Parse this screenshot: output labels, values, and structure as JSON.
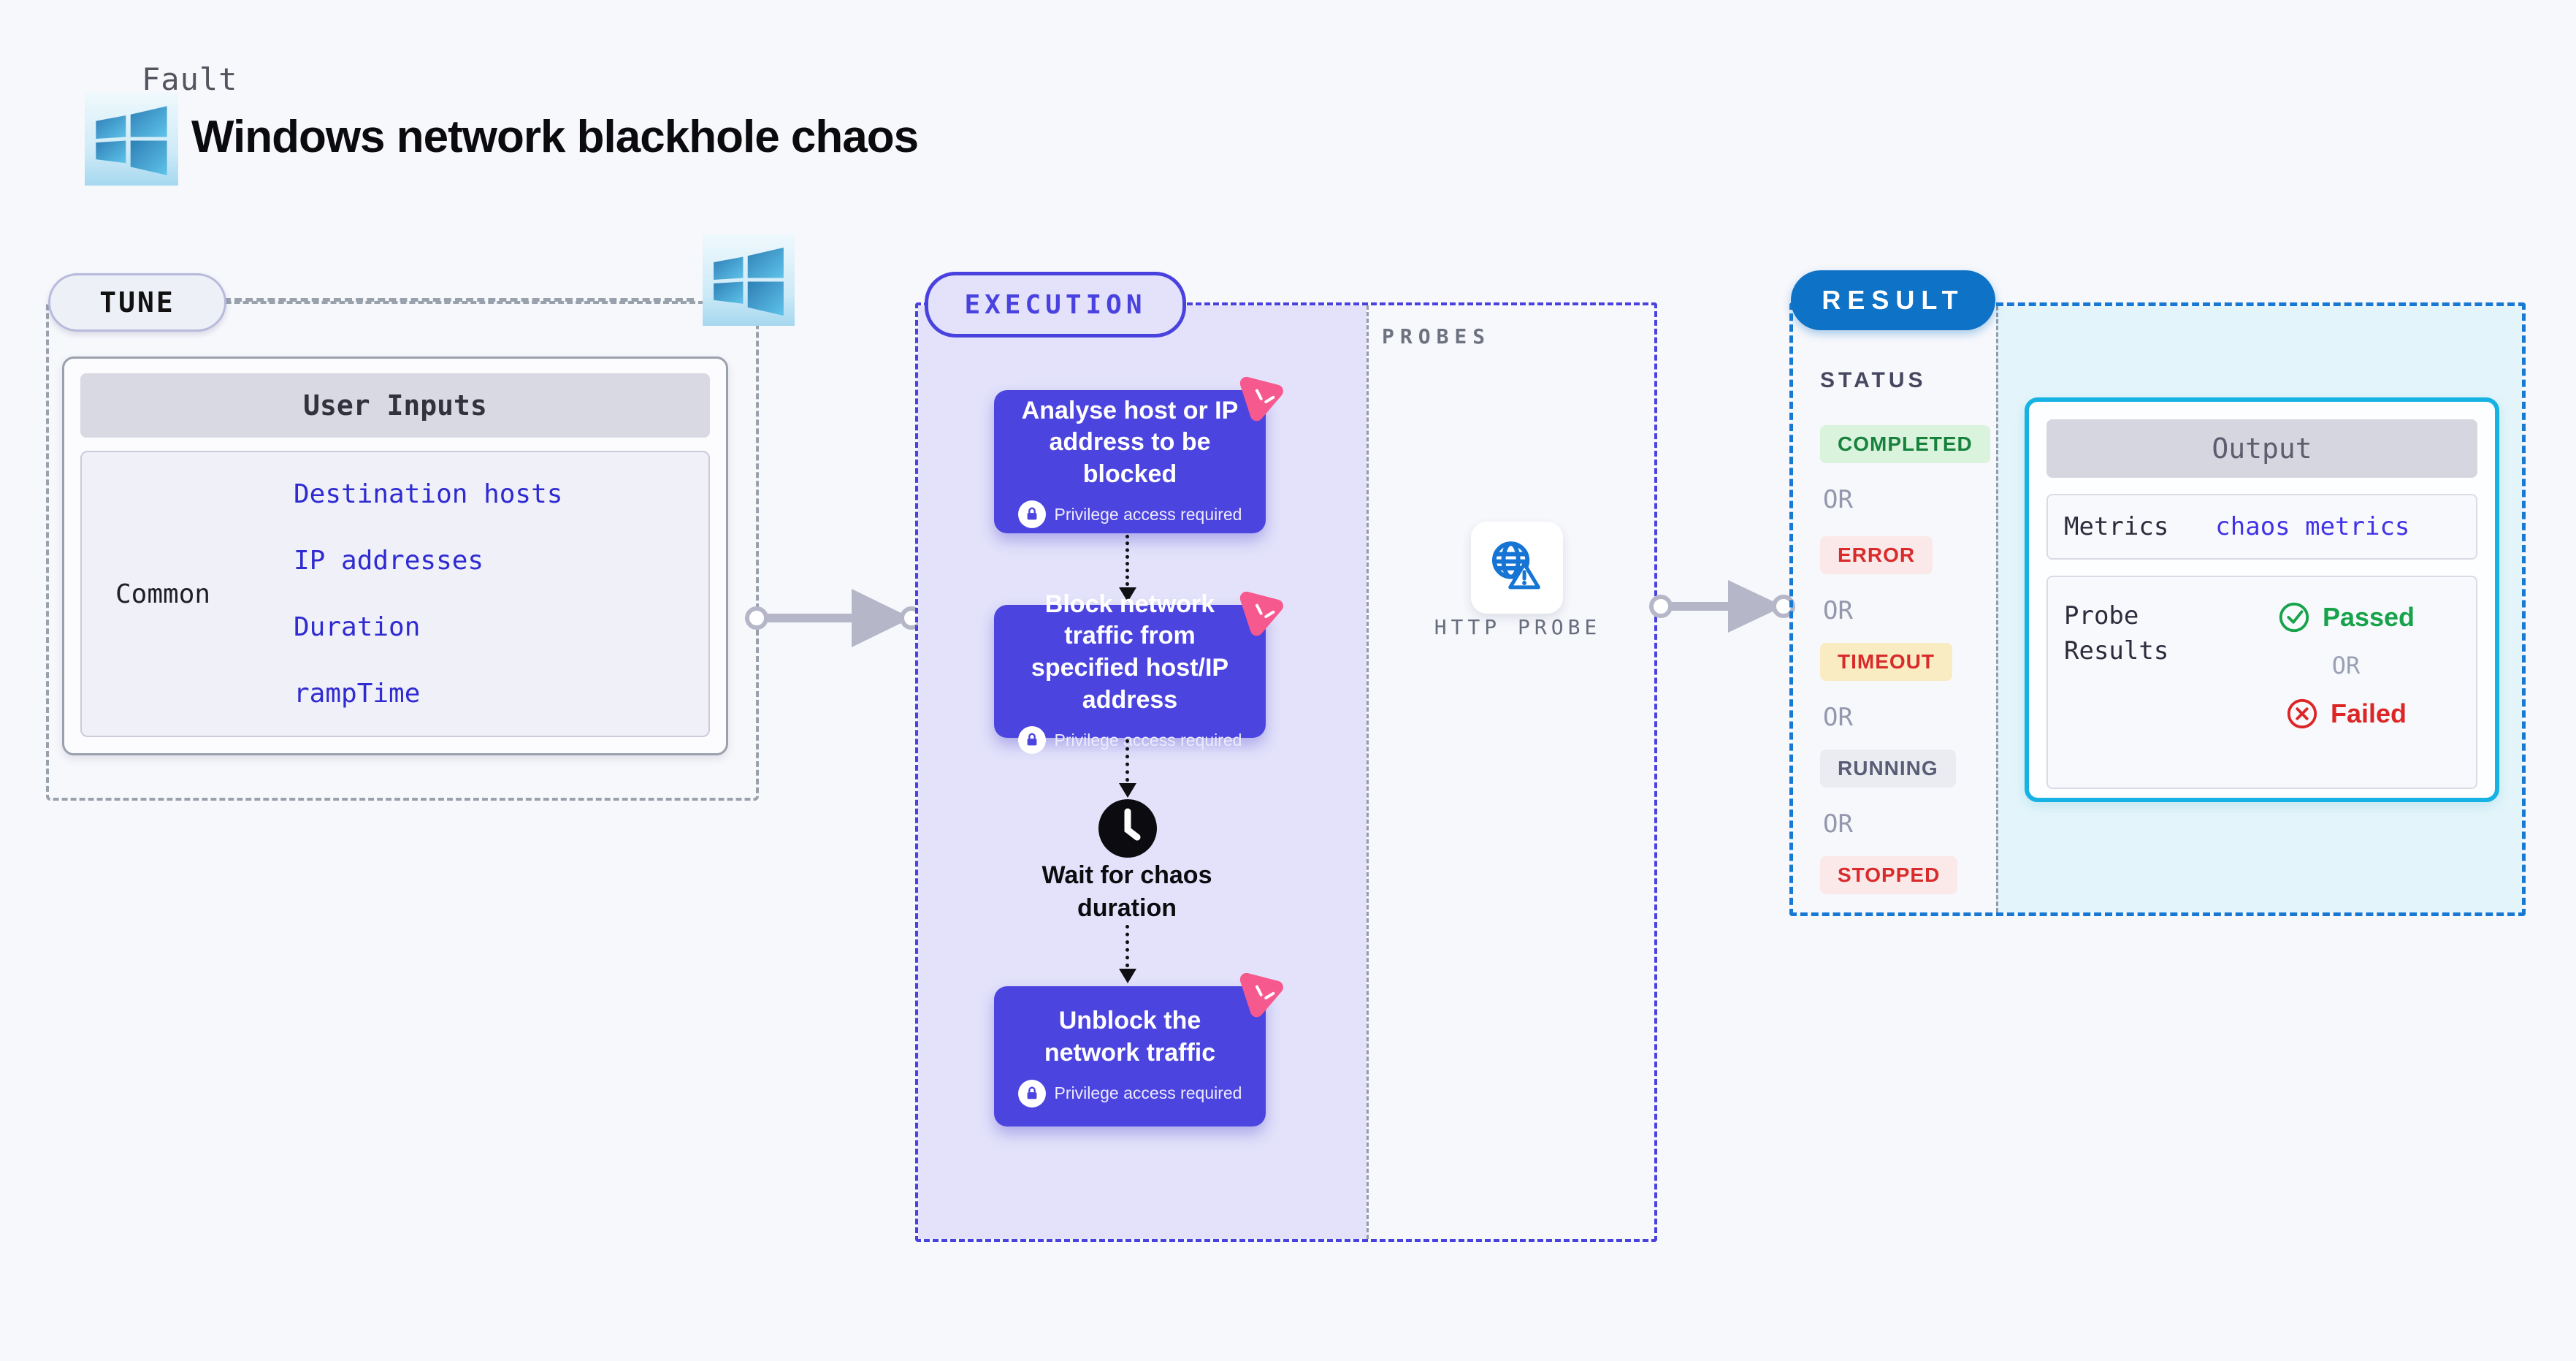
{
  "header": {
    "eyebrow": "Fault",
    "title": "Windows network blackhole chaos"
  },
  "tune": {
    "label": "TUNE",
    "table": {
      "header": "User Inputs",
      "row_label": "Common",
      "links": [
        "Destination hosts",
        "IP addresses",
        "Duration",
        "rampTime"
      ]
    }
  },
  "execution": {
    "label": "EXECUTION",
    "privilege_label": "Privilege access required",
    "steps": [
      {
        "title": "Analyse host or IP address to be blocked"
      },
      {
        "title": "Block network traffic from specified host/IP address"
      },
      {
        "title": "Unblock the network traffic"
      }
    ],
    "wait_label": "Wait for chaos duration"
  },
  "probes": {
    "label": "PROBES",
    "probe_label": "HTTP PROBE"
  },
  "result": {
    "label": "RESULT",
    "status_title": "STATUS",
    "or_label": "OR",
    "statuses": [
      {
        "label": "COMPLETED",
        "fg": "#17823c",
        "bg": "#d9f3dc"
      },
      {
        "label": "ERROR",
        "fg": "#d92b2b",
        "bg": "#fbe9e9"
      },
      {
        "label": "TIMEOUT",
        "fg": "#d92b2b",
        "bg": "#f9ecc2"
      },
      {
        "label": "RUNNING",
        "fg": "#595d75",
        "bg": "#ebecf2"
      },
      {
        "label": "STOPPED",
        "fg": "#d92b2b",
        "bg": "#fbe9e9"
      }
    ],
    "output": {
      "header": "Output",
      "metrics_label": "Metrics",
      "metrics_value": "chaos metrics",
      "probe_label": "Probe Results",
      "passed_label": "Passed",
      "failed_label": "Failed"
    }
  },
  "colors": {
    "page_bg": "#f7f8fc",
    "accent_indigo": "#4c44df",
    "execution_panel": "#e3e2fa",
    "result_blue": "#0e72c6",
    "result_panel": "#e3f5fa",
    "output_border_cyan": "#16b2e3",
    "link_blue": "#2f2bd1",
    "success_green": "#16a34a",
    "error_red": "#dc2626",
    "chaos_pink": "#f6598e",
    "probe_icon_blue": "#1574d4",
    "arrow_gray": "#b5b7c8"
  }
}
